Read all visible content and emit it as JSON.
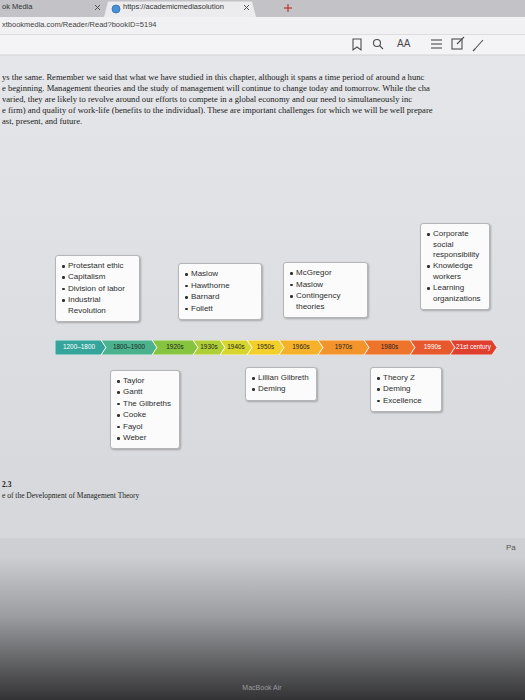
{
  "diagram": {
    "caption": "e of the Development of Management Theory",
    "nodes": [
      {
        "text": [
          "Protestant ethic",
          "Capitalism",
          "Division of labor",
          "Industrial Revolution"
        ]
      },
      {
        "text": [
          "Maslow",
          "Hawthorne",
          "Barnard",
          "Follett"
        ]
      },
      {
        "text": [
          "McGregor",
          "Maslow",
          "Contingency theories"
        ]
      },
      {
        "text": [
          "Corporate social responsibility",
          "Knowledge workers",
          "Learning organizations"
        ]
      },
      {
        "text": [
          "1200–1800"
        ]
      },
      {
        "text": [
          "1800–1900"
        ]
      },
      {
        "text": [
          "1920s"
        ]
      },
      {
        "text": [
          "1930s"
        ]
      },
      {
        "text": [
          "1940s"
        ]
      },
      {
        "text": [
          "1950s"
        ]
      },
      {
        "text": [
          "1960s"
        ]
      },
      {
        "text": [
          "1970s"
        ]
      },
      {
        "text": [
          "1980s"
        ]
      },
      {
        "text": [
          "1990s"
        ]
      },
      {
        "text": [
          "21st century"
        ]
      },
      {
        "text": [
          "Taylor",
          "Gantt",
          "The Gilbreths",
          "Cooke",
          "Fayol",
          "Weber"
        ]
      },
      {
        "text": [
          "Lillian Gilbreth",
          "Deming"
        ]
      },
      {
        "text": [
          "Theory Z",
          "Deming",
          "Excellence"
        ]
      }
    ],
    "labels": [
      "ok Media",
      "https://academicmediasolution",
      "xtbookmedia.com/Reader/Read?bookID=5194",
      "AA",
      "ys the same. Remember we said that what we have studied in this chapter, although it spans a time period of around a hunc",
      "e beginning. Management theories and the study of management will continue to change today and tomorrow. While the cha",
      "varied, they are likely to revolve around our efforts to compete in a global economy and our need to simultaneously inc",
      "e firm) and quality of work-life (benefits to the individual). These are important challenges for which we will be well prepare",
      "ast, present, and future.",
      "2.3",
      "Pa",
      "MacBook Air"
    ]
  }
}
